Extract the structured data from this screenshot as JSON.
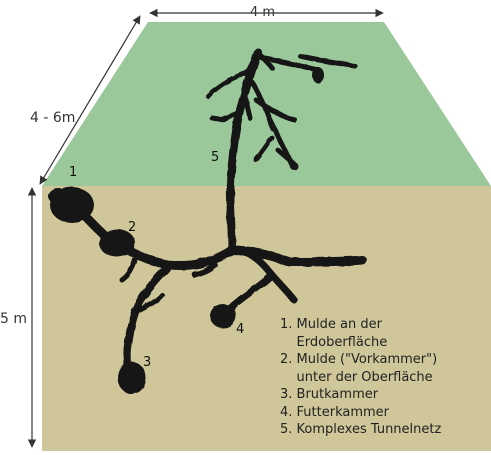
{
  "dimensions": {
    "top_width": "4 m",
    "depth": "4 - 6m",
    "height": "5 m"
  },
  "markers": {
    "m1": "1",
    "m2": "2",
    "m3": "3",
    "m4": "4",
    "m5": "5"
  },
  "legend": [
    "1. Mulde an der",
    "    Erdoberfläche",
    "2. Mulde (\"Vorkammer\")",
    "    unter der Oberfläche",
    "3. Brutkammer",
    "4. Futterkammer",
    "5. Komplexes Tunnelnetz"
  ],
  "colors": {
    "surface_green": "#9bc89a",
    "soil": "#cfc79a",
    "tunnel": "#141414",
    "arrow": "#333333"
  }
}
